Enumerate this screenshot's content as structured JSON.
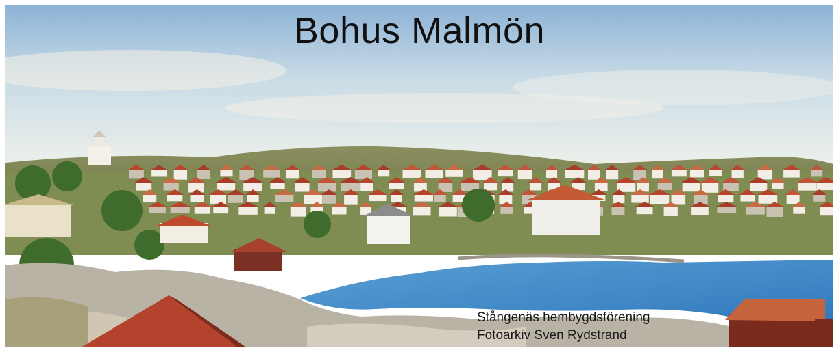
{
  "title": "Bohus Malmön",
  "caption": {
    "line1": "Stångenäs hembygdsförening",
    "line2": "Fotoarkiv Sven Rydstrand"
  },
  "colors": {
    "sky_top": "#8fb6d8",
    "sky_bottom": "#e6eef0",
    "water": "#3a86c6",
    "roof": "#b6452c",
    "hill": "#7c8553"
  }
}
